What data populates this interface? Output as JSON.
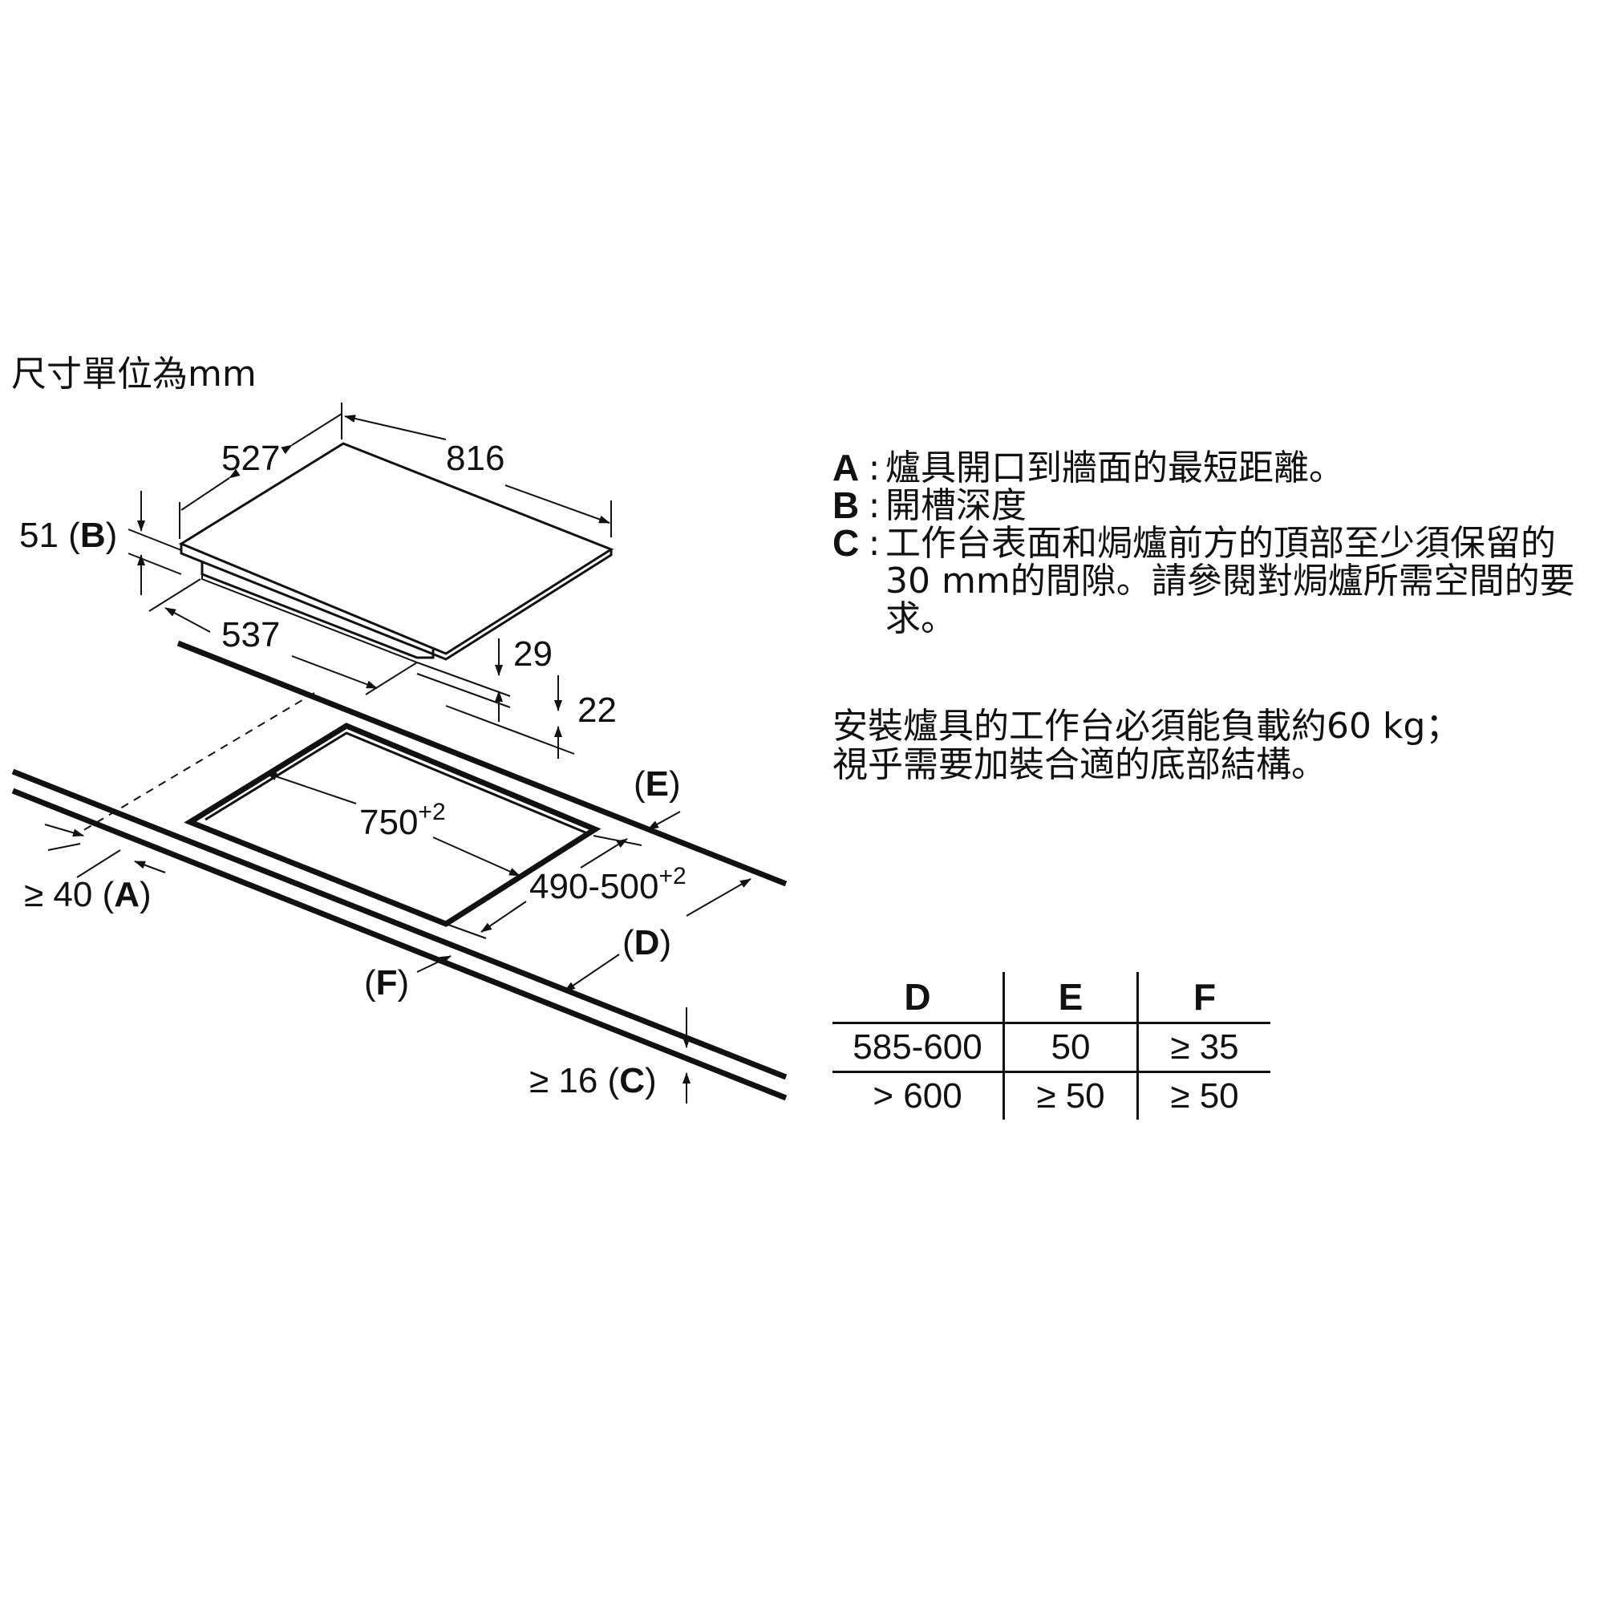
{
  "unit_label": "尺寸單位為mm",
  "dimensions": {
    "depth": "527",
    "width": "816",
    "height_b": "51",
    "height_b_ref": "B",
    "inner_depth": "537",
    "glass_thickness": "29",
    "body_height": "22",
    "cutout_width": "750",
    "cutout_width_tol": "+2",
    "cutout_depth": "490-500",
    "cutout_depth_tol": "+2",
    "min_wall_distance": "≥ 40",
    "min_wall_distance_ref": "A",
    "min_worktop": "≥ 16",
    "min_worktop_ref": "C",
    "ref_d": "D",
    "ref_e": "E",
    "ref_f": "F"
  },
  "legend": [
    {
      "key": "A",
      "text": "爐具開口到牆面的最短距離。"
    },
    {
      "key": "B",
      "text": "開槽深度"
    },
    {
      "key": "C",
      "text": "工作台表面和焗爐前方的頂部至少須保留的30 mm的間隙。請參閱對焗爐所需空間的要求。"
    }
  ],
  "load_note": {
    "line1": "安裝爐具的工作台必須能負載約60 kg；",
    "line2": "視乎需要加裝合適的底部結構。"
  },
  "table": {
    "headers": [
      "D",
      "E",
      "F"
    ],
    "rows": [
      [
        "585-600",
        "50",
        "≥ 35"
      ],
      [
        "> 600",
        "≥ 50",
        "≥ 50"
      ]
    ]
  }
}
